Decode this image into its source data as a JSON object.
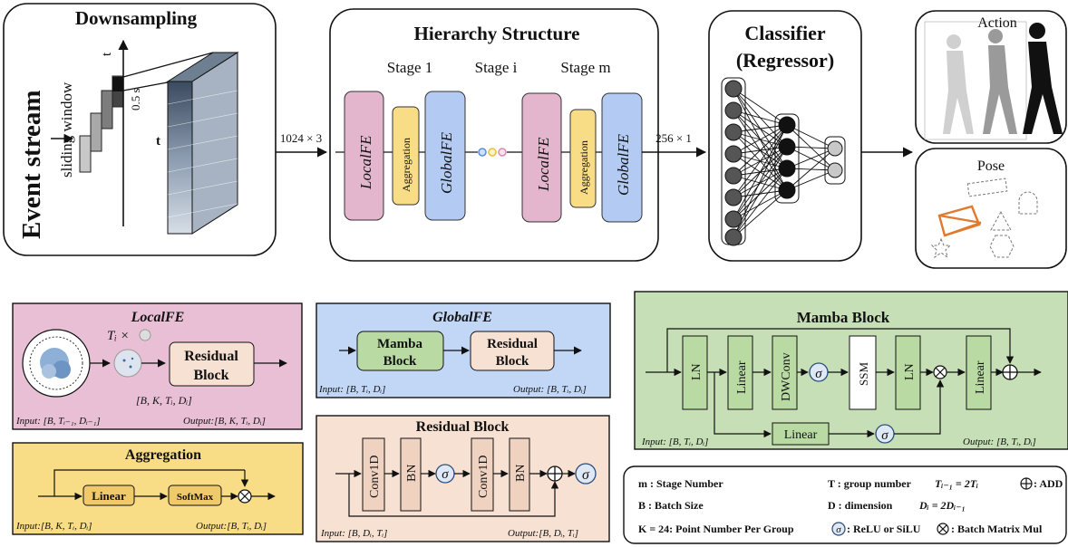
{
  "colors": {
    "localfe_fill": "#e8bfd4",
    "localfe_block": "#e3b6cd",
    "aggregation_fill": "#f8dc86",
    "globalfe_fill": "#c2d6f5",
    "globalfe_block": "#b3cbf3",
    "residual_fill": "#f7e1d3",
    "mamba_fill": "#c6dfb6",
    "mamba_block_fill": "#b9dba3",
    "orange_box": "#e07a2e",
    "dot_blue": "#5a8ed6",
    "dot_yellow": "#e5c23c",
    "dot_pink": "#d98ab0",
    "sigma_stroke": "#2a4b7c"
  },
  "top": {
    "downsampling": {
      "title": "Downsampling",
      "event_stream": "Event stream",
      "sliding_window": "sliding window",
      "axis_t": "t",
      "duration": "0.5 s",
      "volume_t": "t"
    },
    "arrow_in_label": "1024 × 3",
    "hierarchy": {
      "title": "Hierarchy Structure",
      "stage_1": "Stage 1",
      "stage_i": "Stage i",
      "stage_m": "Stage m",
      "localfe": "LocalFE",
      "aggregation": "Aggregation",
      "globalfe": "GlobalFE"
    },
    "arrow_out_label": "256 × 1",
    "classifier": {
      "title_line1": "Classifier",
      "title_line2": "(Regressor)"
    },
    "action": {
      "title": "Action"
    },
    "pose": {
      "title": "Pose"
    }
  },
  "localfe_panel": {
    "title": "LocalFE",
    "multiplier": "Tᵢ ×",
    "residual_line1": "Residual",
    "residual_line2": "Block",
    "shape": "[B, K, Tᵢ, Dᵢ]",
    "input": "Input: [B, Tᵢ₋₁, Dᵢ₋₁]",
    "output": "Output:[B, K, Tᵢ, Dᵢ]"
  },
  "aggregation_panel": {
    "title": "Aggregation",
    "linear": "Linear",
    "softmax": "SoftMax",
    "input": "Input:[B, K, Tᵢ, Dᵢ]",
    "output": "Output:[B, Tᵢ, Dᵢ]"
  },
  "globalfe_panel": {
    "title": "GlobalFE",
    "mamba_line1": "Mamba",
    "mamba_line2": "Block",
    "residual_line1": "Residual",
    "residual_line2": "Block",
    "input": "Input: [B, Tᵢ, Dᵢ]",
    "output": "Output: [B, Tᵢ, Dᵢ]"
  },
  "residual_panel": {
    "title": "Residual Block",
    "conv1": "Conv1D",
    "bn1": "BN",
    "sigma1": "σ",
    "conv2": "Conv1D",
    "bn2": "BN",
    "sigma2": "σ",
    "input": "Input: [B, Dᵢ, Tᵢ]",
    "output": "Output:[B, Dᵢ, Tᵢ]"
  },
  "mamba_panel": {
    "title": "Mamba Block",
    "ln1": "LN",
    "linear1": "Linear",
    "dwconv": "DWConv",
    "sigma1": "σ",
    "ssm": "SSM",
    "ln2": "LN",
    "linear_out": "Linear",
    "linear_bottom": "Linear",
    "sigma2": "σ",
    "input": "Input: [B, Tᵢ, Dᵢ]",
    "output": "Output: [B, Tᵢ, Dᵢ]"
  },
  "legend": {
    "m": "m : Stage Number",
    "t_label": "T  : group number",
    "t_formula": "Tᵢ₋₁ = 2Tᵢ",
    "add": ": ADD",
    "b": "B : Batch Size",
    "d_label": "D : dimension",
    "d_formula": "Dᵢ = 2Dᵢ₋₁",
    "k": "K = 24: Point Number Per Group",
    "relu": ": ReLU or SiLU",
    "bmm": ": Batch Matrix Mul"
  }
}
